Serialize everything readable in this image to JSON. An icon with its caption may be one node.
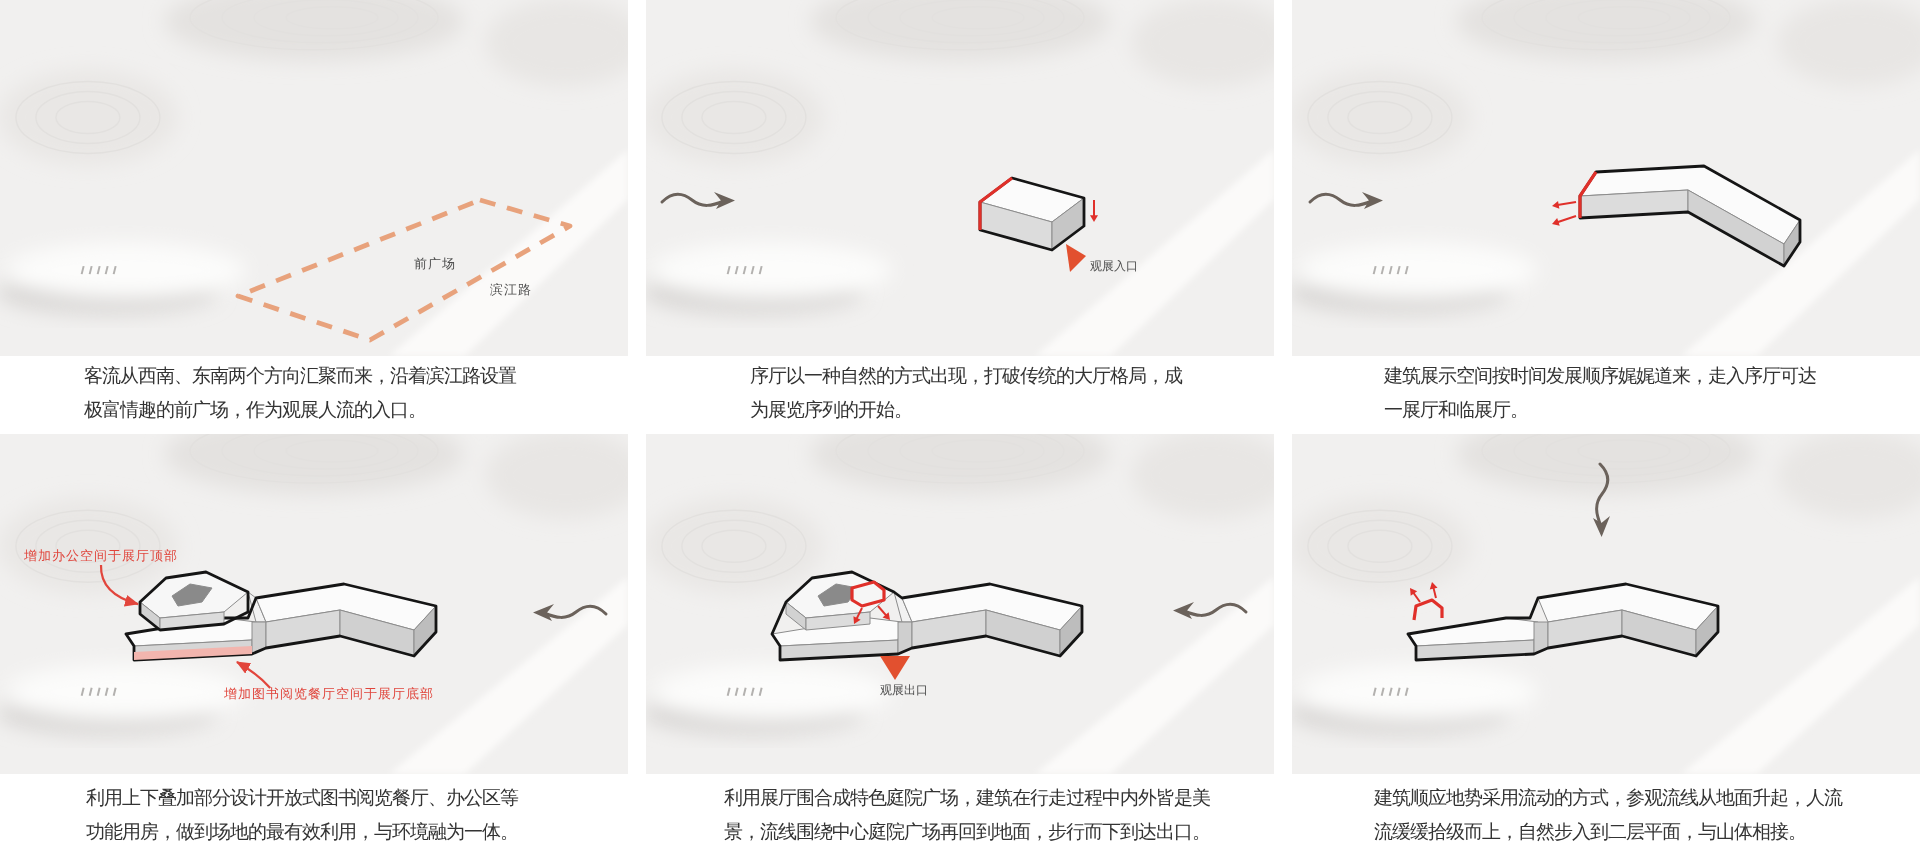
{
  "diagram": {
    "nodes": [
      {
        "text": [
          "增加办公空间于展厅顶部"
        ]
      },
      {
        "text": [],
        "shape": "picture"
      },
      {
        "text": [],
        "shape": "bar"
      },
      {
        "text": [
          "增加图书阅览餐厅空间于展厅底部"
        ]
      }
    ],
    "edges": [
      {
        "from": 0,
        "to": 1,
        "arrow": "to"
      },
      {
        "from": 3,
        "to": 2,
        "arrow": "to"
      }
    ],
    "labels": [
      "前广场",
      "滨江路",
      "客流从西南、东南两个方向汇聚而来，沿着滨江路设置极富情趣的前广场，作为观展人流的入口。",
      "观展入口",
      "序厅以一种自然的方式出现，打破传统的大厅格局，成为展览序列的开始。",
      "建筑展示空间按时间发展顺序娓娓道来，走入序厅可达一展厅和临展厅。",
      "利用上下叠加部分设计开放式图书阅览餐厅、办公区等功能用房，做到场地的最有效利用，与环境融为一体。",
      "观展出口",
      "利用展厅围合成特色庭院广场，建筑在行走过程中内外皆是美景，流线围绕中心庭院广场再回到地面，步行而下到达出口。",
      "建筑顺应地势采用流动的方式，参观流线从地面升起，人流流缓缓拾级而上，自然步入到二层平面，与山体相接。"
    ]
  }
}
